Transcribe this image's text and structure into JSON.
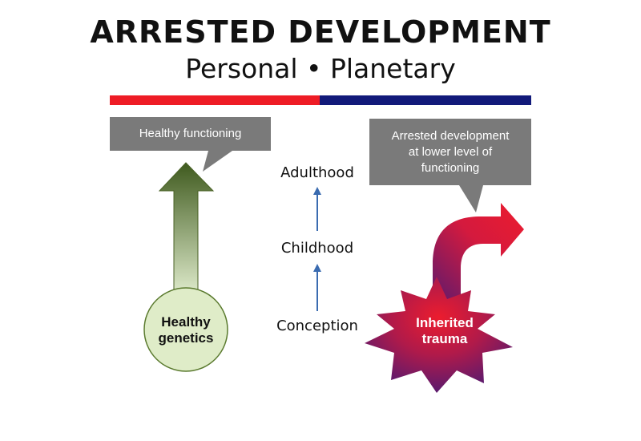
{
  "title": "ARRESTED DEVELOPMENT",
  "subtitle": "Personal • Planetary",
  "colors": {
    "bar_left": "#ee1c25",
    "bar_right": "#121a7a",
    "callout_bg": "#7a7a7a",
    "healthy_arrow_top": "#3f5a1e",
    "healthy_arrow_bottom": "#e3efd0",
    "healthy_circle_fill": "#dfecc8",
    "trauma_red": "#ec1c2e",
    "trauma_purple": "#5a1a6e",
    "stage_arrow": "#3a6bb0"
  },
  "left": {
    "callout": "Healthy functioning",
    "node": [
      "Healthy",
      "genetics"
    ]
  },
  "center": {
    "stages": [
      "Adulthood",
      "Childhood",
      "Conception"
    ]
  },
  "right": {
    "callout": [
      "Arrested development",
      "at lower level of",
      "functioning"
    ],
    "node": [
      "Inherited",
      "trauma"
    ]
  }
}
